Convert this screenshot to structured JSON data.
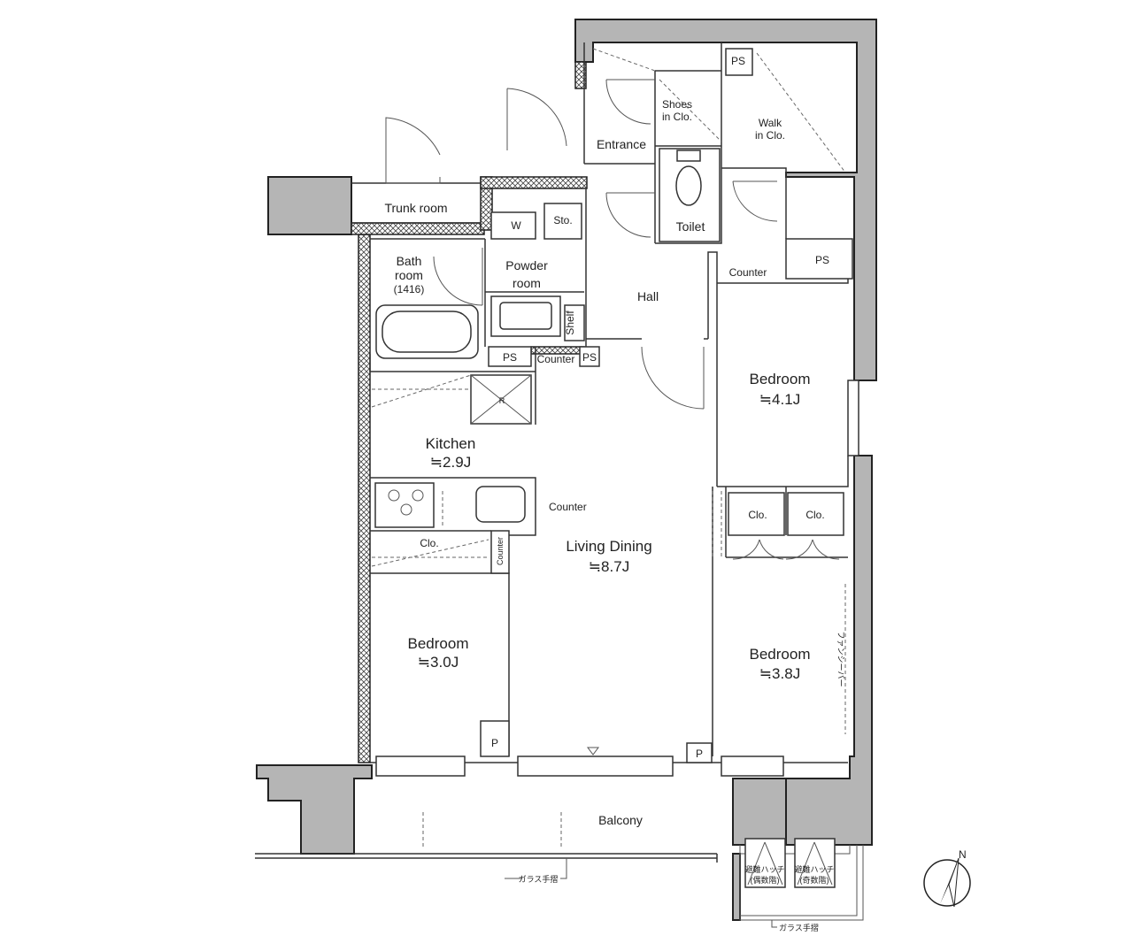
{
  "rooms": {
    "trunk_room": "Trunk room",
    "entrance": "Entrance",
    "shoes_clo_1": "Shoes",
    "shoes_clo_2": "in Clo.",
    "walk_in_clo_1": "Walk",
    "walk_in_clo_2": "in Clo.",
    "toilet": "Toilet",
    "bath_1": "Bath",
    "bath_2": "room",
    "bath_3": "(1416)",
    "powder_1": "Powder",
    "powder_2": "room",
    "hall": "Hall",
    "kitchen": "Kitchen",
    "kitchen_size": "≒2.9J",
    "bedroom_ne": "Bedroom",
    "bedroom_ne_size": "≒4.1J",
    "living": "Living Dining",
    "living_size": "≒8.7J",
    "bedroom_sw": "Bedroom",
    "bedroom_sw_size": "≒3.0J",
    "bedroom_se": "Bedroom",
    "bedroom_se_size": "≒3.8J",
    "balcony": "Balcony"
  },
  "fixtures": {
    "ps": "PS",
    "w": "W",
    "sto": "Sto.",
    "shelf": "Shelf",
    "counter": "Counter",
    "r": "R",
    "clo": "Clo.",
    "p": "P",
    "fancy_bar": "ファンシーバー",
    "glass_rail": "ガラス手摺",
    "hatch_even_1": "避難ハッチ",
    "hatch_even_2": "(偶数階)",
    "hatch_odd_1": "避難ハッチ",
    "hatch_odd_2": "(奇数階)",
    "north": "N"
  }
}
